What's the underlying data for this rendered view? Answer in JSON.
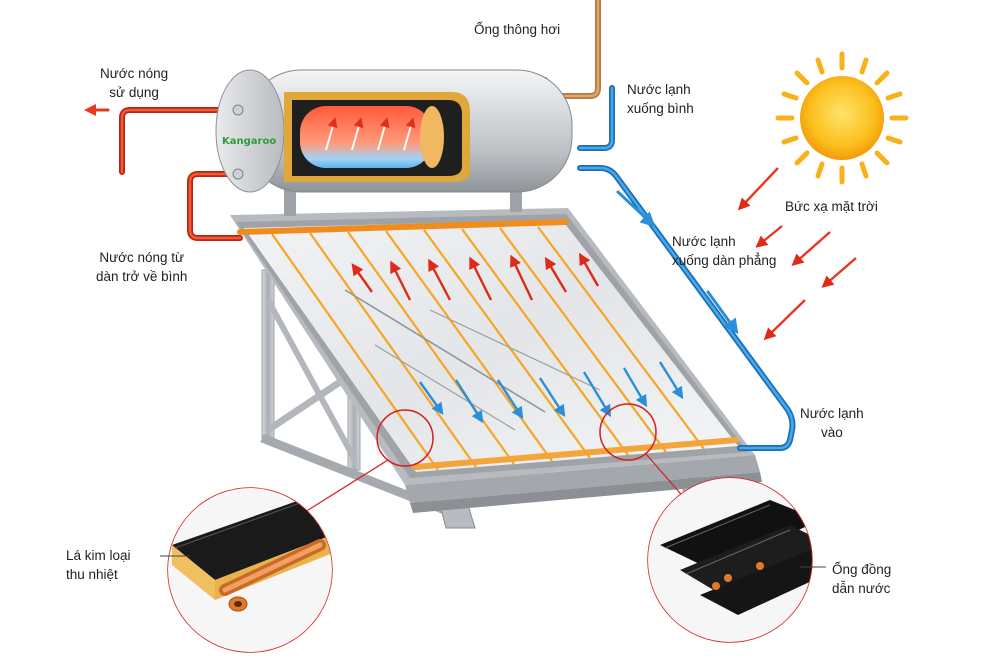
{
  "brand": {
    "logo_text": "Kangaroo"
  },
  "labels": {
    "vent_pipe": "Ống thông hơi",
    "hot_use": [
      "Nước nóng",
      "sử dụng"
    ],
    "cold_to_tank": [
      "Nước lạnh",
      "xuống bình"
    ],
    "solar_radiation": "Bức xạ mặt trời",
    "cold_to_panel": [
      "Nước lạnh",
      "xuống dàn phẳng"
    ],
    "hot_return": [
      "Nước nóng từ",
      "dàn trở về bình"
    ],
    "cold_in": [
      "Nước lạnh",
      "vào"
    ],
    "absorber_plate": [
      "Lá kim loại",
      "thu nhiệt"
    ],
    "copper_tube": [
      "Ống đồng",
      "dẫn nước"
    ]
  },
  "colors": {
    "hot_pipe": "#e8381f",
    "cold_pipe": "#2a8fd8",
    "vent_pipe": "#c8894a",
    "sun": "#f7b21a",
    "riser": "#f5a623",
    "steel": "#c9ccd0"
  }
}
